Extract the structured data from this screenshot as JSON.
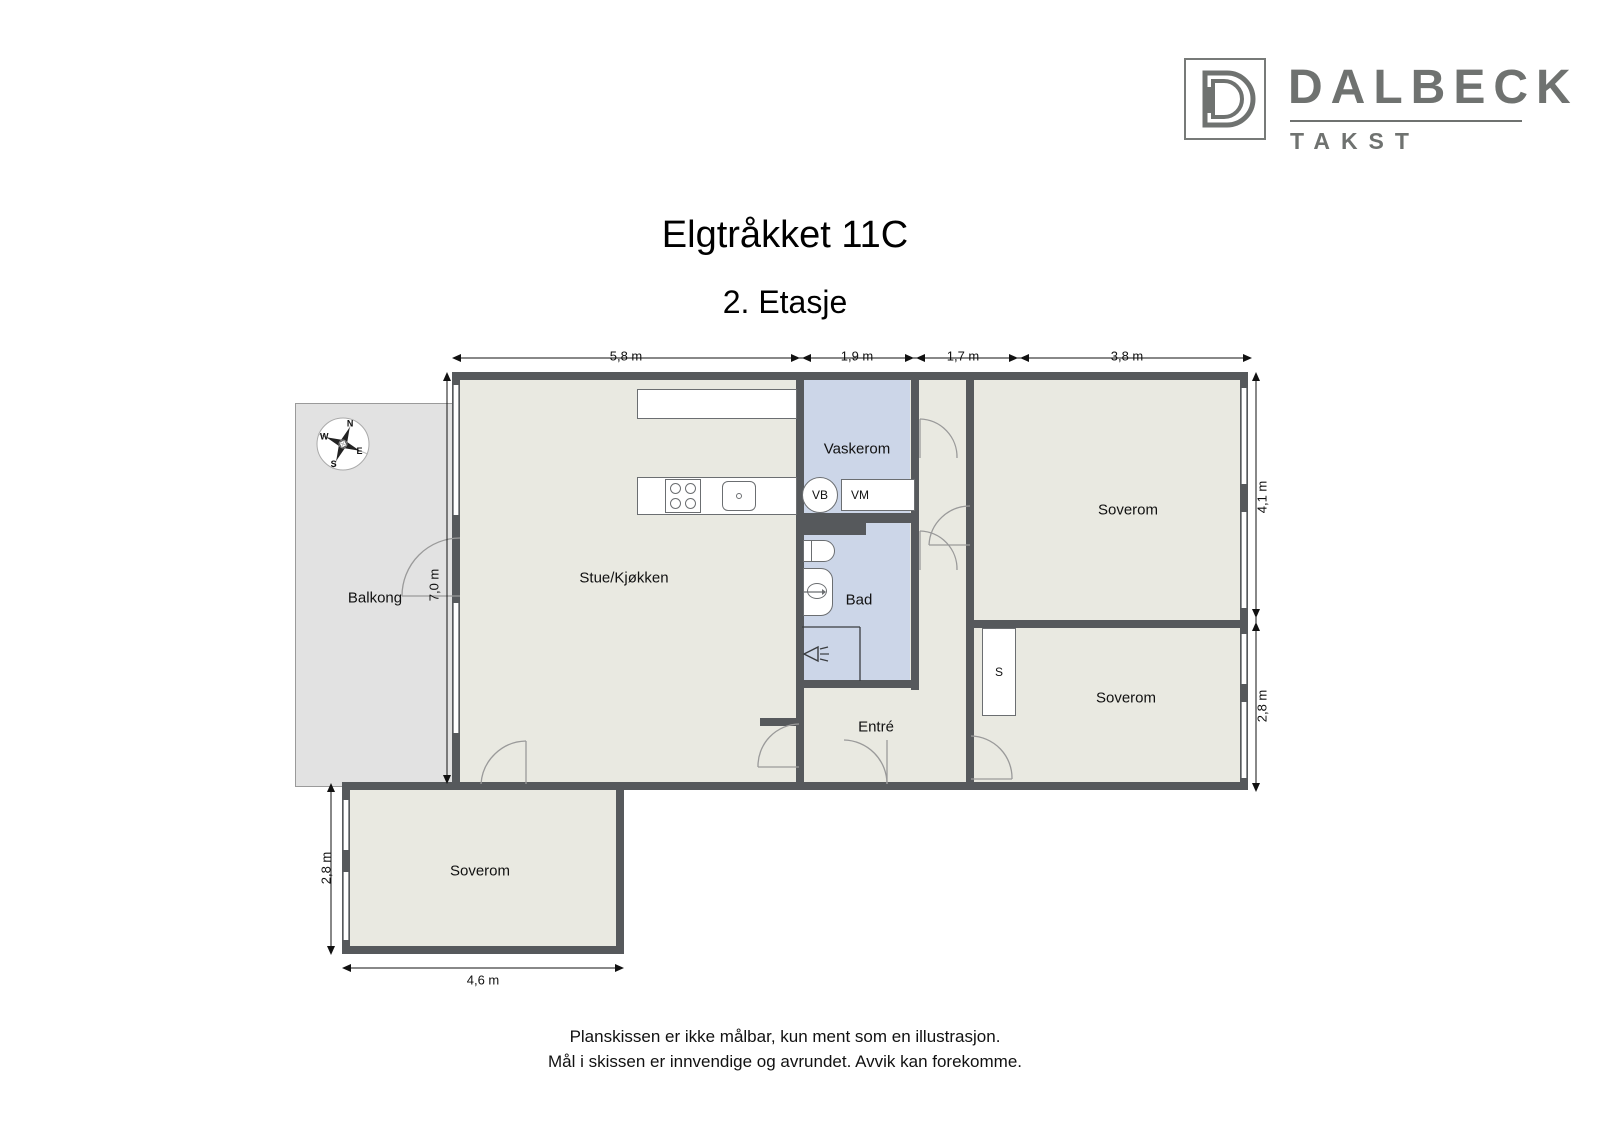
{
  "brand": {
    "name": "DALBECK",
    "subtitle": "TAKST",
    "logo_color": "#6f7270",
    "mark_icon": "dalbeck-d-monogram-icon"
  },
  "header": {
    "title": "Elgtråkket 11C",
    "subtitle": "2. Etasje"
  },
  "footer": {
    "line1": "Planskissen er ikke målbar, kun ment som en illustrasjon.",
    "line2": "Mål i skissen er innvendige og avrundet. Avvik kan forekomme."
  },
  "colors": {
    "wall": "#56595c",
    "floor": "#e9e9e1",
    "wet_floor": "#ccd6e8",
    "balcony_floor": "#e2e2e2",
    "window": "#ffffff",
    "text": "#111111"
  },
  "rooms": [
    {
      "id": "balkong",
      "label": "Balkong",
      "type": "outdoor"
    },
    {
      "id": "stue-kjokken",
      "label": "Stue/Kjøkken",
      "type": "living"
    },
    {
      "id": "vaskerom",
      "label": "Vaskerom",
      "type": "wet"
    },
    {
      "id": "bad",
      "label": "Bad",
      "type": "wet"
    },
    {
      "id": "entre",
      "label": "Entré",
      "type": "hall"
    },
    {
      "id": "soverom-ne",
      "label": "Soverom",
      "type": "bedroom"
    },
    {
      "id": "soverom-se",
      "label": "Soverom",
      "type": "bedroom"
    },
    {
      "id": "soverom-sw",
      "label": "Soverom",
      "type": "bedroom"
    }
  ],
  "fixtures": [
    {
      "id": "vb",
      "label": "VB",
      "name": "varmtvannsbereder-fixture",
      "shape": "circle"
    },
    {
      "id": "vm",
      "label": "VM",
      "name": "vaskemaskin-fixture",
      "shape": "rect"
    },
    {
      "id": "s",
      "label": "S",
      "name": "skap-closet-fixture",
      "shape": "rect"
    },
    {
      "id": "stove",
      "label": "",
      "name": "stove-fixture",
      "shape": "rect"
    },
    {
      "id": "sink",
      "label": "",
      "name": "kitchen-sink-fixture",
      "shape": "rect"
    },
    {
      "id": "toilet",
      "label": "",
      "name": "toilet-fixture",
      "shape": "rect"
    },
    {
      "id": "vanity",
      "label": "",
      "name": "bathroom-sink-fixture",
      "shape": "rect"
    },
    {
      "id": "shower",
      "label": "",
      "name": "shower-fixture",
      "shape": "rect"
    }
  ],
  "dimensions": {
    "top": [
      {
        "id": "top-1",
        "label": "5,8 m"
      },
      {
        "id": "top-2",
        "label": "1,9 m"
      },
      {
        "id": "top-3",
        "label": "1,7 m"
      },
      {
        "id": "top-4",
        "label": "3,8 m"
      }
    ],
    "right": [
      {
        "id": "right-1",
        "label": "4,1 m"
      },
      {
        "id": "right-2",
        "label": "2,8 m"
      }
    ],
    "left": [
      {
        "id": "left-1",
        "label": "7,0 m"
      },
      {
        "id": "left-2",
        "label": "2,8 m"
      }
    ],
    "bottom": [
      {
        "id": "bottom-1",
        "label": "4,6 m"
      }
    ]
  },
  "compass": {
    "name": "compass-rose-icon",
    "north": "N",
    "east": "E",
    "south": "S",
    "west": "W"
  }
}
